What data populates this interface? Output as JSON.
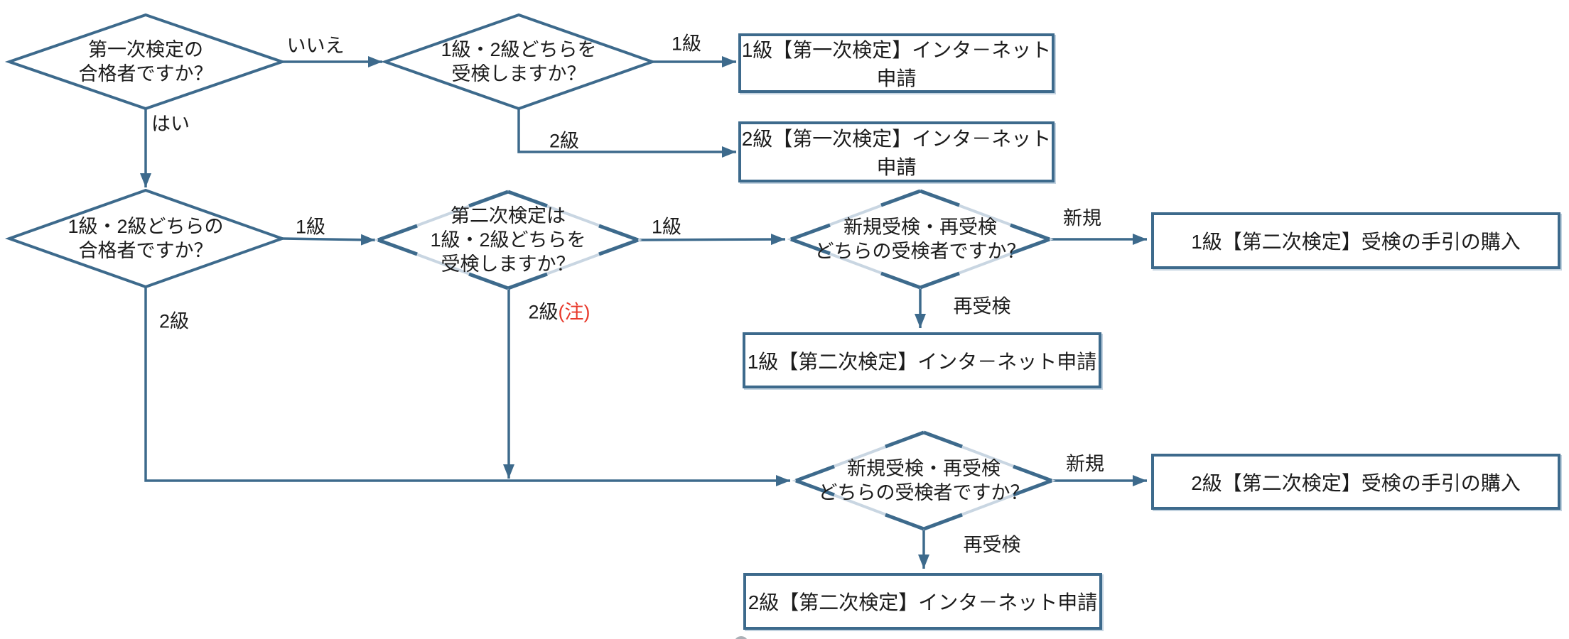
{
  "palette": {
    "line_dark": "#3d6a8c",
    "line_light": "#c9d6e2",
    "text": "#1c1c1c",
    "note_red": "#e8392b",
    "cutoff_circle_gray": "#aab1b7"
  },
  "decisions": {
    "first_exam_pass": {
      "text": "第一次検定の\n合格者ですか？"
    },
    "which_grade_first": {
      "text": "1級・2級どちらを\n受検しますか？"
    },
    "which_grade_pass": {
      "text": "1級・2級どちらの\n合格者ですか？"
    },
    "which_grade_second": {
      "text": "第二次検定は\n1級・2級どちらを\n受検しますか？"
    },
    "new_or_retake_1": {
      "text": "新規受検・再受検\nどちらの受検者ですか？"
    },
    "new_or_retake_2": {
      "text": "新規受検・再受検\nどちらの受検者ですか？"
    }
  },
  "results": {
    "g1_first_internet": {
      "text": "1級【第一次検定】インタ－ネット申請"
    },
    "g2_first_internet": {
      "text": "2級【第一次検定】インタ－ネット申請"
    },
    "g1_second_guide": {
      "text": "1級【第二次検定】受検の手引の購入"
    },
    "g1_second_internet": {
      "text": "1級【第二次検定】インタ－ネット申請"
    },
    "g2_second_guide": {
      "text": "2級【第二次検定】受検の手引の購入"
    },
    "g2_second_internet": {
      "text": "2級【第二次検定】インタ－ネット申請"
    }
  },
  "edge_labels": {
    "no": "いいえ",
    "yes": "はい",
    "grade1_first": "1級",
    "grade2_first": "2級",
    "grade1_pass": "1級",
    "grade2_pass": "2級",
    "grade1_second": "1級",
    "grade2_second": "2級",
    "grade2_second_note": "(注)",
    "new_1": "新規",
    "retake_1": "再受検",
    "new_2": "新規",
    "retake_2": "再受検"
  }
}
